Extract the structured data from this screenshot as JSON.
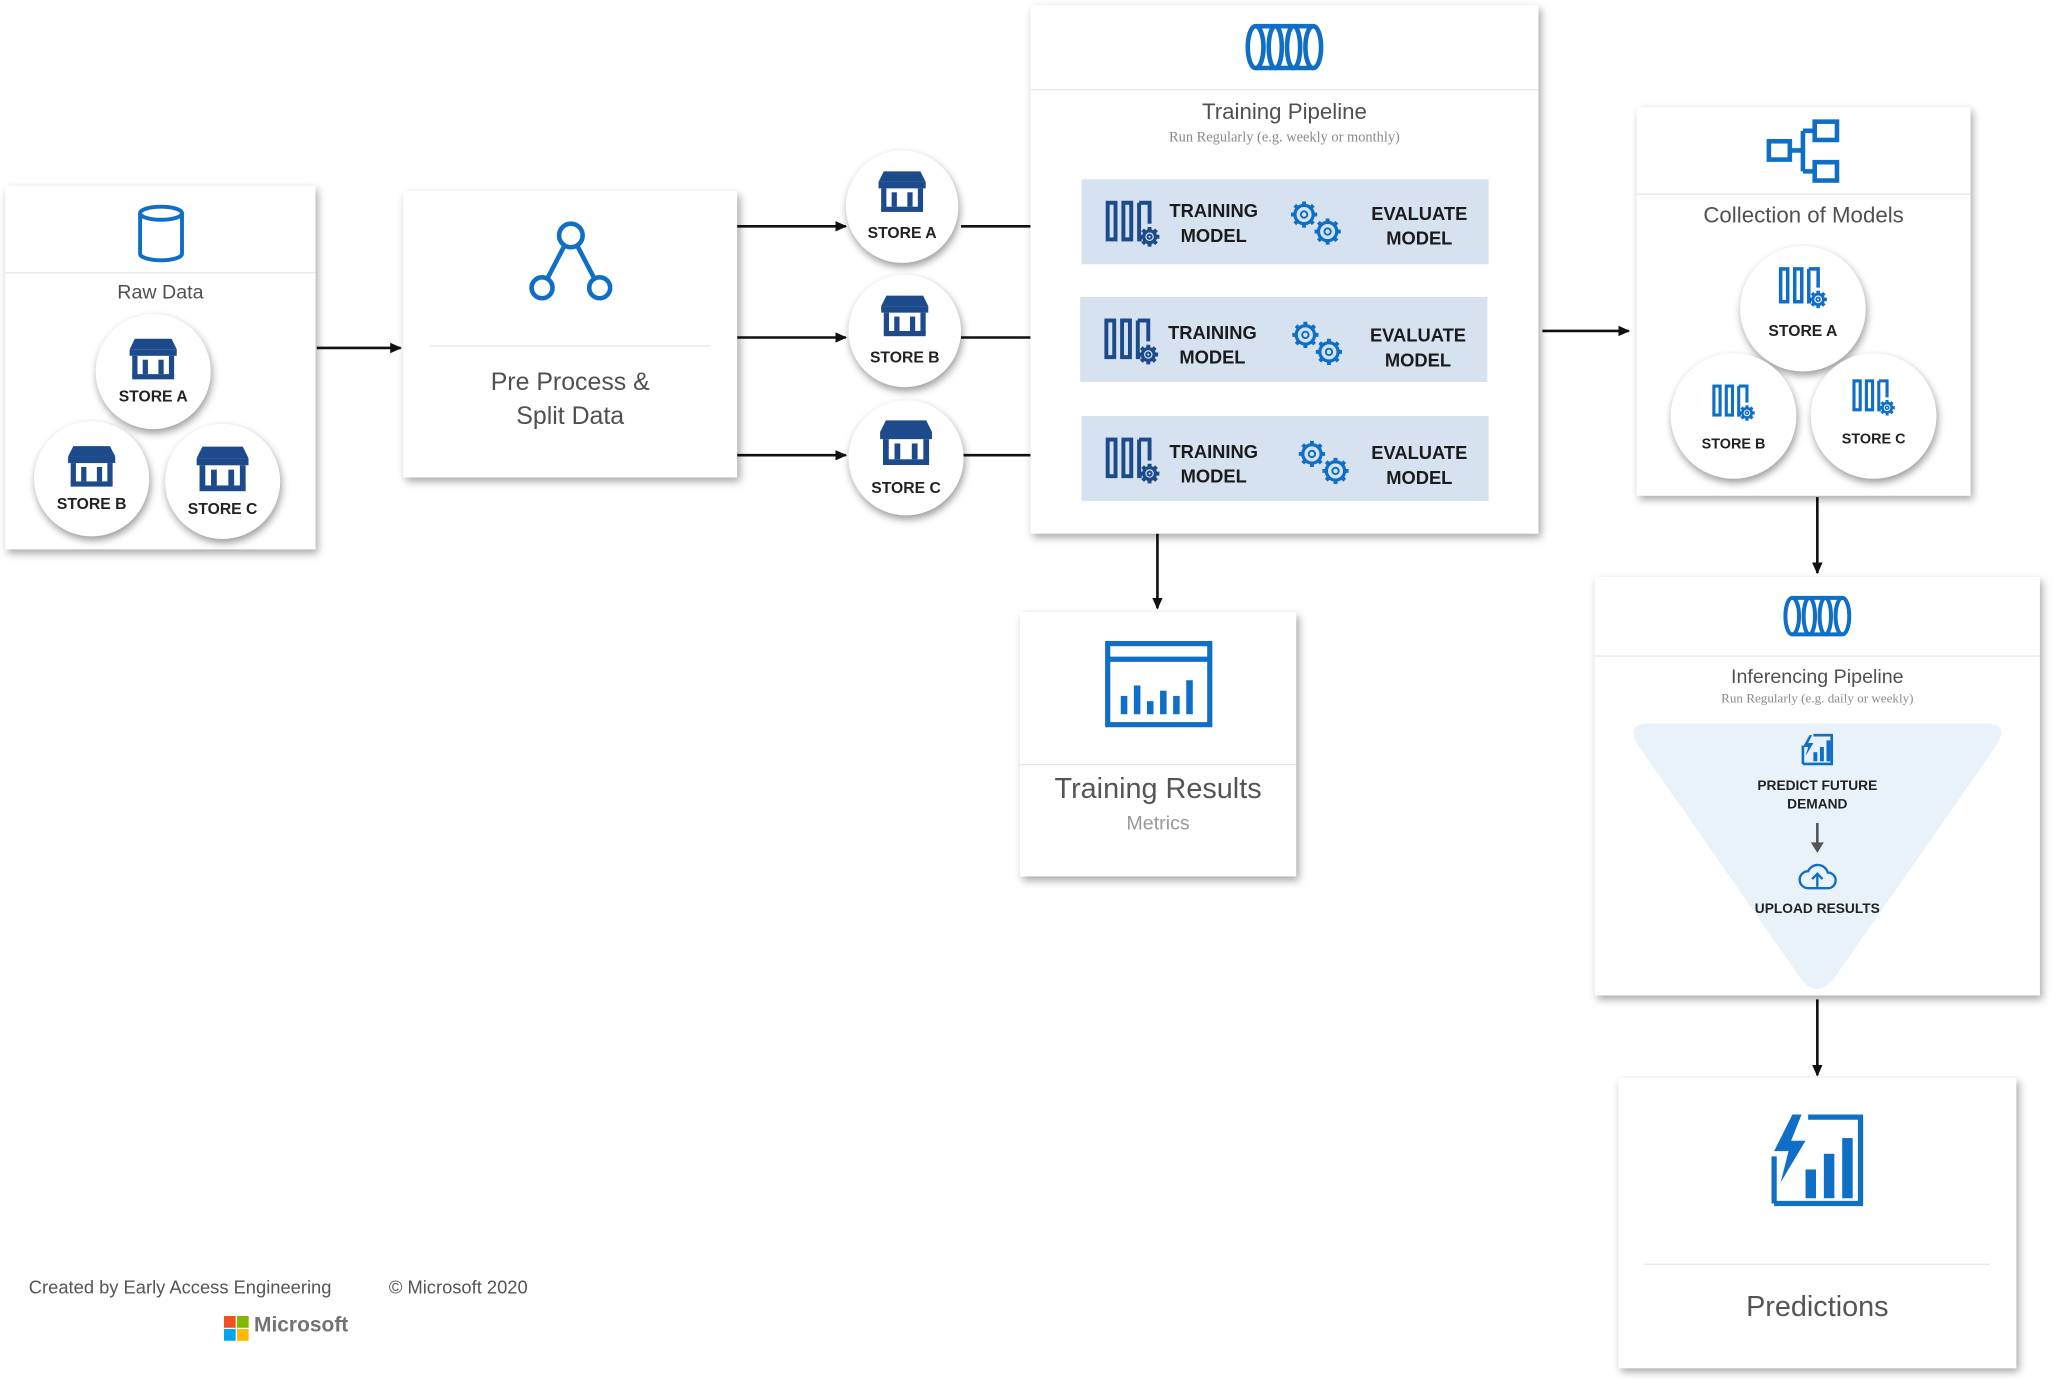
{
  "raw_data": {
    "title": "Raw Data",
    "stores": [
      "STORE A",
      "STORE B",
      "STORE C"
    ]
  },
  "preprocess": {
    "title_line1": "Pre Process &",
    "title_line2": "Split Data"
  },
  "split_stores": [
    "STORE A",
    "STORE B",
    "STORE C"
  ],
  "training_pipeline": {
    "title": "Training Pipeline",
    "subtitle": "Run Regularly (e.g. weekly or monthly)",
    "rows": [
      {
        "train_line1": "TRAINING",
        "train_line2": "MODEL",
        "eval_line1": "EVALUATE",
        "eval_line2": "MODEL"
      },
      {
        "train_line1": "TRAINING",
        "train_line2": "MODEL",
        "eval_line1": "EVALUATE",
        "eval_line2": "MODEL"
      },
      {
        "train_line1": "TRAINING",
        "train_line2": "MODEL",
        "eval_line1": "EVALUATE",
        "eval_line2": "MODEL"
      }
    ]
  },
  "training_results": {
    "title": "Training Results",
    "subtitle": "Metrics"
  },
  "collection": {
    "title": "Collection of Models",
    "stores": [
      "STORE A",
      "STORE B",
      "STORE C"
    ]
  },
  "inferencing": {
    "title": "Inferencing Pipeline",
    "subtitle": "Run Regularly (e.g. daily or weekly)",
    "step1_line1": "PREDICT FUTURE",
    "step1_line2": "DEMAND",
    "step2": "UPLOAD RESULTS"
  },
  "predictions": {
    "title": "Predictions"
  },
  "footer": {
    "created_by": "Created by Early Access Engineering",
    "copyright": "© Microsoft 2020",
    "logo_text": "Microsoft"
  },
  "colors": {
    "accent": "#0f6fc6",
    "store_icon": "#1c4a8a",
    "row_bg": "#d6e2ef"
  }
}
